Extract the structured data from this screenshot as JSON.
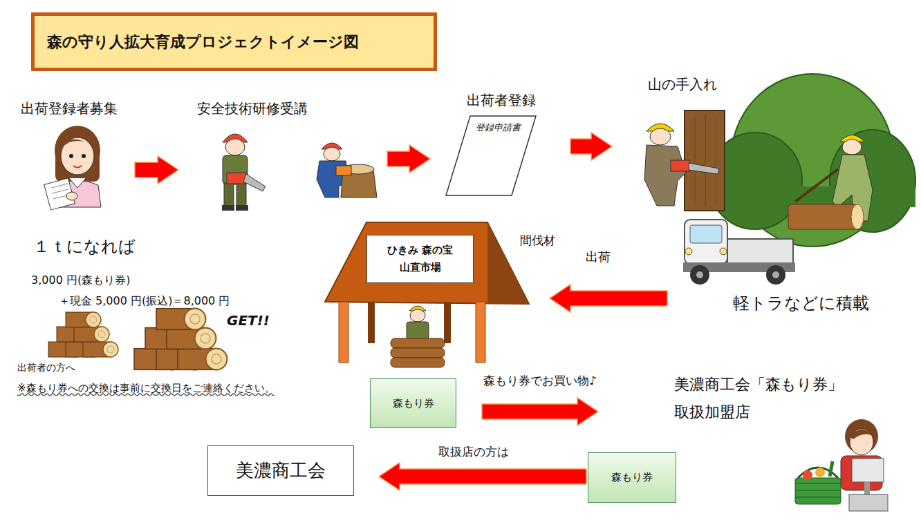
{
  "diagram": {
    "title": "森の守り人拡大育成プロジェクトイメージ図",
    "nodes": [
      {
        "text": [
          "出荷登録者募集"
        ]
      },
      {
        "text": [
          "安全技術研修受講"
        ]
      },
      {
        "text": [
          "出荷者登録",
          "登録申請書"
        ]
      },
      {
        "text": [
          "山の手入れ"
        ]
      },
      {
        "text": [
          "軽トラなどに積載"
        ]
      },
      {
        "text": [
          "ひきみ 森の宝 山直市場"
        ]
      },
      {
        "text": [
          "森もり券"
        ]
      },
      {
        "text": [
          "美濃商工会「森もり券」 取扱加盟店"
        ]
      },
      {
        "text": [
          "森もり券"
        ]
      },
      {
        "text": [
          "美濃商工会"
        ]
      }
    ],
    "edges": [
      {
        "from": 0,
        "to": 1,
        "arrow": "to"
      },
      {
        "from": 1,
        "to": 2,
        "arrow": "to"
      },
      {
        "from": 2,
        "to": 3,
        "arrow": "to"
      },
      {
        "from": 4,
        "to": 5,
        "label": "出荷",
        "arrow": "to"
      },
      {
        "from": 6,
        "to": 7,
        "label": "森もり券でお買い物♪",
        "arrow": "to"
      },
      {
        "from": 8,
        "to": 9,
        "label": "取扱店の方は",
        "arrow": "to"
      }
    ],
    "labels": [
      "１ｔになれば",
      "3,000 円(森もり券)",
      "＋現金 5,000 円(振込)＝8,000 円",
      "GET!!",
      "出荷者の方へ",
      "※森もり券への交換は事前に交換日をご連絡ください。",
      "間伐材"
    ]
  }
}
